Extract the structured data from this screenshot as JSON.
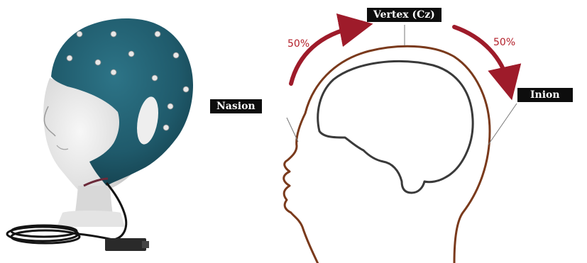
{
  "labels": {
    "vertex": "Vertex (Cz)",
    "nasion": "Nasion",
    "inion": "Inion"
  },
  "percentages": {
    "left": "50%",
    "right": "50%"
  },
  "colors": {
    "cap": "#1f5a6b",
    "cap_dark": "#123a46",
    "head_outline": "#7a3a1c",
    "brain_outline": "#3a3a3a",
    "arrow": "#9e1b2a",
    "label_bg": "#0d0d0d"
  }
}
